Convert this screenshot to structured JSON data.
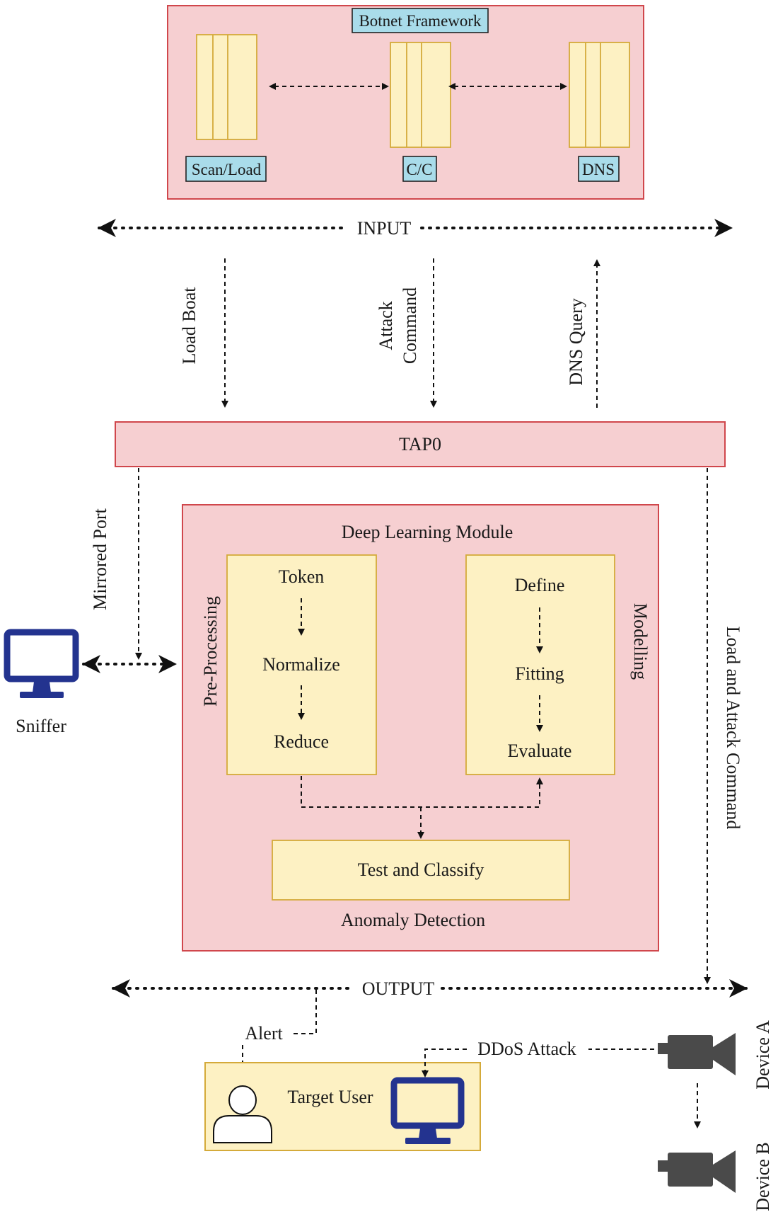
{
  "botnet": {
    "title": "Botnet Framework",
    "scan_load": "Scan/Load",
    "cc": "C/C",
    "dns": "DNS"
  },
  "input_label": "INPUT",
  "output_label": "OUTPUT",
  "flows": {
    "load_boat": "Load Boat",
    "attack_line1": "Attack",
    "attack_line2": "Command",
    "dns_query": "DNS Query",
    "mirrored_port": "Mirrored Port",
    "load_attack": "Load and Attack Command",
    "alert": "Alert",
    "ddos": "DDoS Attack"
  },
  "tap": "TAP0",
  "sniffer": "Sniffer",
  "dl_module": {
    "title": "Deep Learning Module",
    "preprocessing": "Pre-Processing",
    "modelling": "Modelling",
    "pre_steps": [
      "Token",
      "Normalize",
      "Reduce"
    ],
    "model_steps": [
      "Define",
      "Fitting",
      "Evaluate"
    ],
    "test_classify": "Test and Classify",
    "anomaly": "Anomaly Detection"
  },
  "target_user": "Target User",
  "devices": [
    "Device A",
    "Device B"
  ],
  "colors": {
    "pink_fill": "#f6cfd1",
    "pink_border": "#d0474c",
    "yellow_fill": "#fdf1c3",
    "cyan_fill": "#a9dcea",
    "monitor_blue": "#23338f",
    "camera_gray": "#4a4a4a"
  }
}
